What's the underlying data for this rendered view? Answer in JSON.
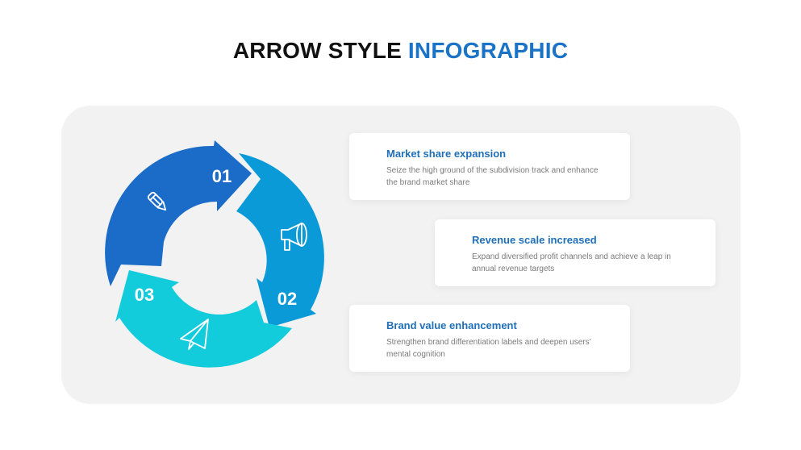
{
  "title": {
    "main": "ARROW STYLE ",
    "accent": "INFOGRAPHIC",
    "accent_color": "#1a73c6"
  },
  "cycle": {
    "segments": [
      {
        "number": "01",
        "icon": "pencil-icon",
        "color": "#1a6cc8"
      },
      {
        "number": "02",
        "icon": "megaphone-icon",
        "color": "#0b9ad8"
      },
      {
        "number": "03",
        "icon": "paper-plane-icon",
        "color": "#12cbdb"
      }
    ]
  },
  "cards": [
    {
      "title": "Market share expansion",
      "desc": "Seize the high ground of the subdivision track and enhance the brand market share"
    },
    {
      "title": "Revenue scale increased",
      "desc": "Expand diversified profit channels and achieve a leap in annual revenue targets"
    },
    {
      "title": "Brand value enhancement",
      "desc": "Strengthen brand differentiation labels and deepen users' mental cognition"
    }
  ]
}
